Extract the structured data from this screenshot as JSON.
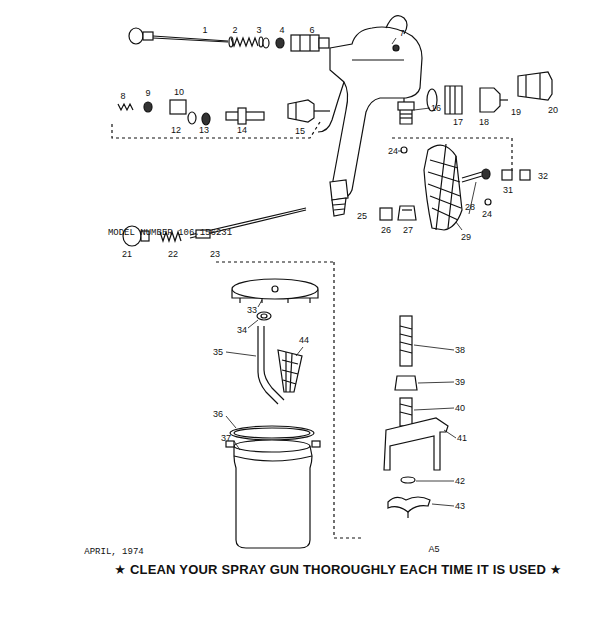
{
  "diagram": {
    "labels": [
      "MODEL NUMBER 106.156231",
      "1",
      "2",
      "3",
      "4",
      "6",
      "7",
      "8",
      "9",
      "10",
      "12",
      "13",
      "14",
      "15",
      "16",
      "17",
      "18",
      "19",
      "20",
      "21",
      "22",
      "23",
      "24",
      "24",
      "25",
      "26",
      "27",
      "28",
      "29",
      "31",
      "32",
      "33",
      "34",
      "35",
      "36",
      "37",
      "38",
      "39",
      "40",
      "41",
      "42",
      "43",
      "44",
      "APRIL, 1974",
      "A5",
      "★ CLEAN YOUR SPRAY GUN THOROUGHLY EACH TIME IT IS USED ★"
    ]
  }
}
